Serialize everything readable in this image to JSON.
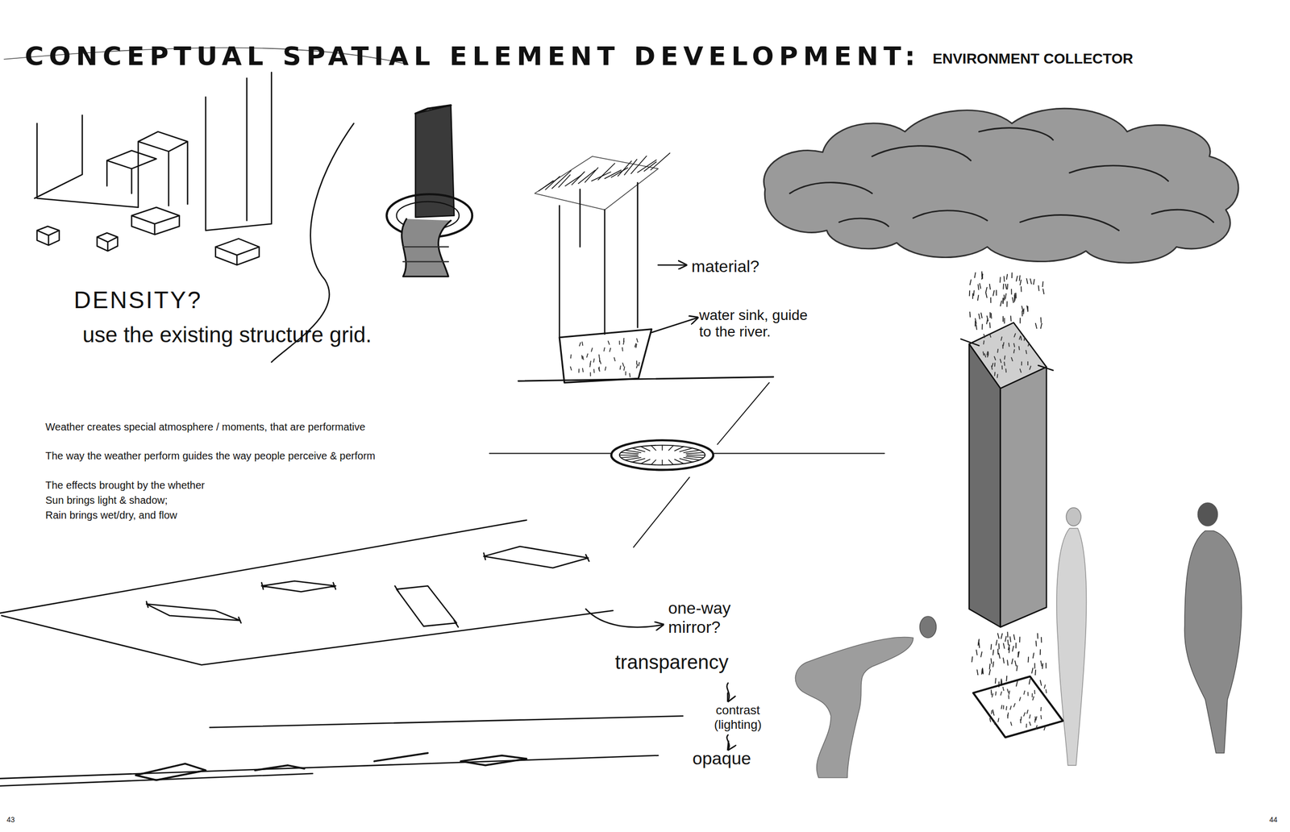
{
  "diagram": {
    "title": "CONCEPTUAL SPATIAL ELEMENT DEVELOPMENT:",
    "labels": [
      "ENVIRONMENT COLLECTOR",
      "DENSITY?",
      "use the existing structure grid.",
      "Weather creates special atmosphere / moments, that are performative",
      "The way the weather perform guides the way people perceive & perform",
      "The effects brought by the whether",
      "Sun brings light & shadow;",
      "Rain brings wet/dry, and flow",
      "material?",
      "water sink, guide to the river.",
      "one-way mirror?",
      "transparency",
      "contrast (lighting)",
      "opaque",
      "43",
      "44"
    ]
  }
}
